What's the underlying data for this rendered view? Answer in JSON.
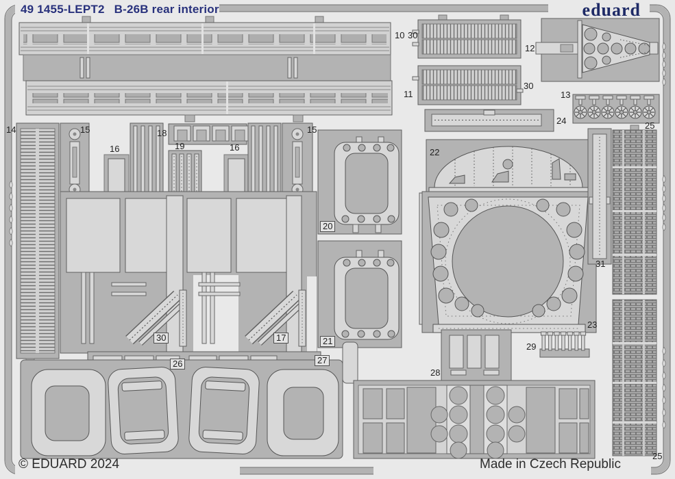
{
  "header": {
    "catalog": "49 1455-LEPT2",
    "product": "B-26B rear interior",
    "brand": "eduard"
  },
  "footer": {
    "copyright": "© EDUARD 2024",
    "made_in": "Made in Czech Republic"
  },
  "sheet": {
    "kind": "photo-etched parts fret",
    "colors": {
      "background": "#e9e9e9",
      "carrier_gray": "#b3b3b3",
      "part_light": "#d8d8d8",
      "outline": "#666666",
      "header_text": "#28317c",
      "label_text": "#1f1f1f"
    }
  },
  "part_labels": [
    {
      "text": "10"
    },
    {
      "text": "30"
    },
    {
      "text": "11"
    },
    {
      "text": "30"
    },
    {
      "text": "12"
    },
    {
      "text": "13"
    },
    {
      "text": "24"
    },
    {
      "text": "25"
    },
    {
      "text": "14"
    },
    {
      "text": "15"
    },
    {
      "text": "16"
    },
    {
      "text": "18"
    },
    {
      "text": "19"
    },
    {
      "text": "16"
    },
    {
      "text": "15"
    },
    {
      "text": "22"
    },
    {
      "text": "20",
      "boxed": true
    },
    {
      "text": "21",
      "boxed": true
    },
    {
      "text": "30",
      "boxed": true
    },
    {
      "text": "17",
      "boxed": true
    },
    {
      "text": "31"
    },
    {
      "text": "23"
    },
    {
      "text": "26",
      "boxed": true
    },
    {
      "text": "27",
      "boxed": true
    },
    {
      "text": "28"
    },
    {
      "text": "29"
    },
    {
      "text": "25"
    }
  ]
}
